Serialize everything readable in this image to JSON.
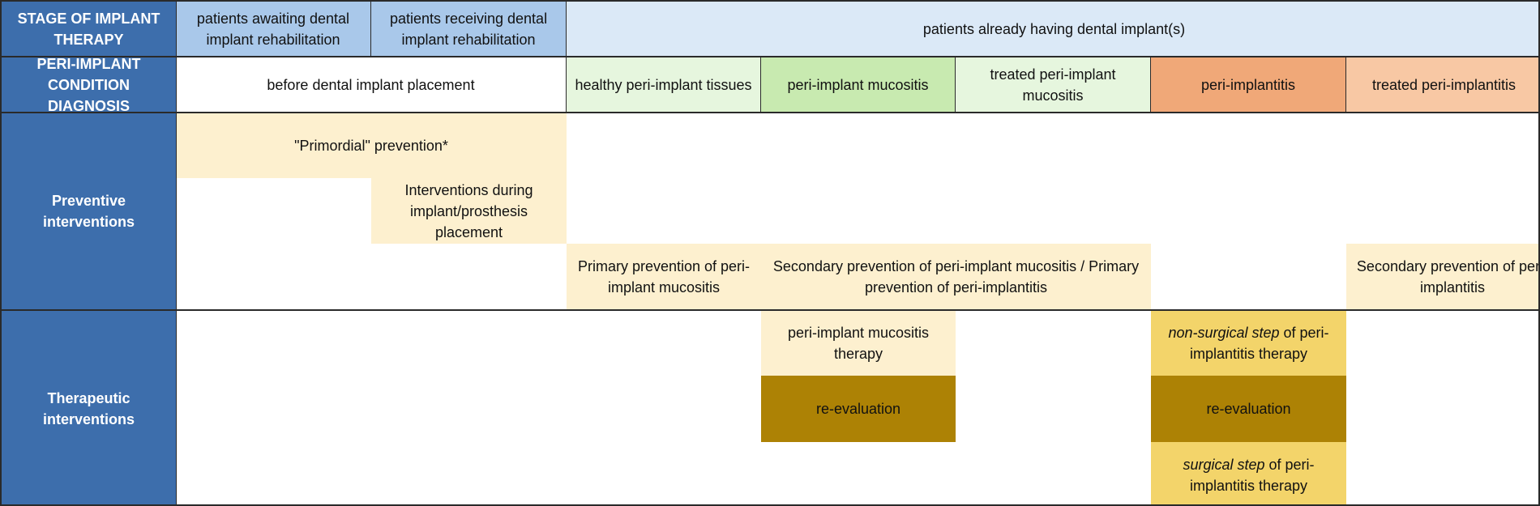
{
  "header": {
    "stage_label": "STAGE OF IMPLANT THERAPY",
    "diagnosis_label": "PERI-IMPLANT CONDITION DIAGNOSIS"
  },
  "stages": {
    "awaiting": "patients awaiting dental implant rehabilitation",
    "receiving": "patients receiving dental implant rehabilitation",
    "having": "patients already having dental implant(s)"
  },
  "diagnoses": {
    "before": "before dental implant placement",
    "healthy": "healthy peri-implant tissues",
    "mucositis": "peri-implant mucositis",
    "treated_mucositis": "treated peri-implant mucositis",
    "periimplantitis": "peri-implantitis",
    "treated_periimplantitis": "treated peri-implantitis"
  },
  "rows": {
    "preventive": "Preventive interventions",
    "therapeutic": "Therapeutic interventions"
  },
  "preventive": {
    "primordial": "\"Primordial\" prevention*",
    "during_placement": "Interventions during implant/prosthesis placement",
    "primary_mucositis": "Primary prevention of peri-implant mucositis",
    "secondary_mucositis": "Secondary prevention of peri-implant mucositis / Primary prevention of peri-implantitis",
    "secondary_periimplantitis": "Secondary prevention of peri-implantitis"
  },
  "therapeutic": {
    "mucositis_therapy": "peri-implant mucositis therapy",
    "reevaluation_1": "re-evaluation",
    "nonsurgical_italic": "non-surgical step",
    "nonsurgical_rest": " of peri-implantitis therapy",
    "reevaluation_2": "re-evaluation",
    "surgical_italic": "surgical step",
    "surgical_rest": " of peri-implantitis therapy"
  },
  "colors": {
    "row_header": "#3d6eac",
    "stage_blue": "#a9c8ea",
    "stage_light": "#dbe9f7",
    "green_light": "#e6f6de",
    "green": "#c8eab0",
    "orange": "#f0a878",
    "salmon": "#f8c8a4",
    "cream": "#fdf0cf",
    "gold": "#f3d46a",
    "brown": "#ad8205"
  }
}
